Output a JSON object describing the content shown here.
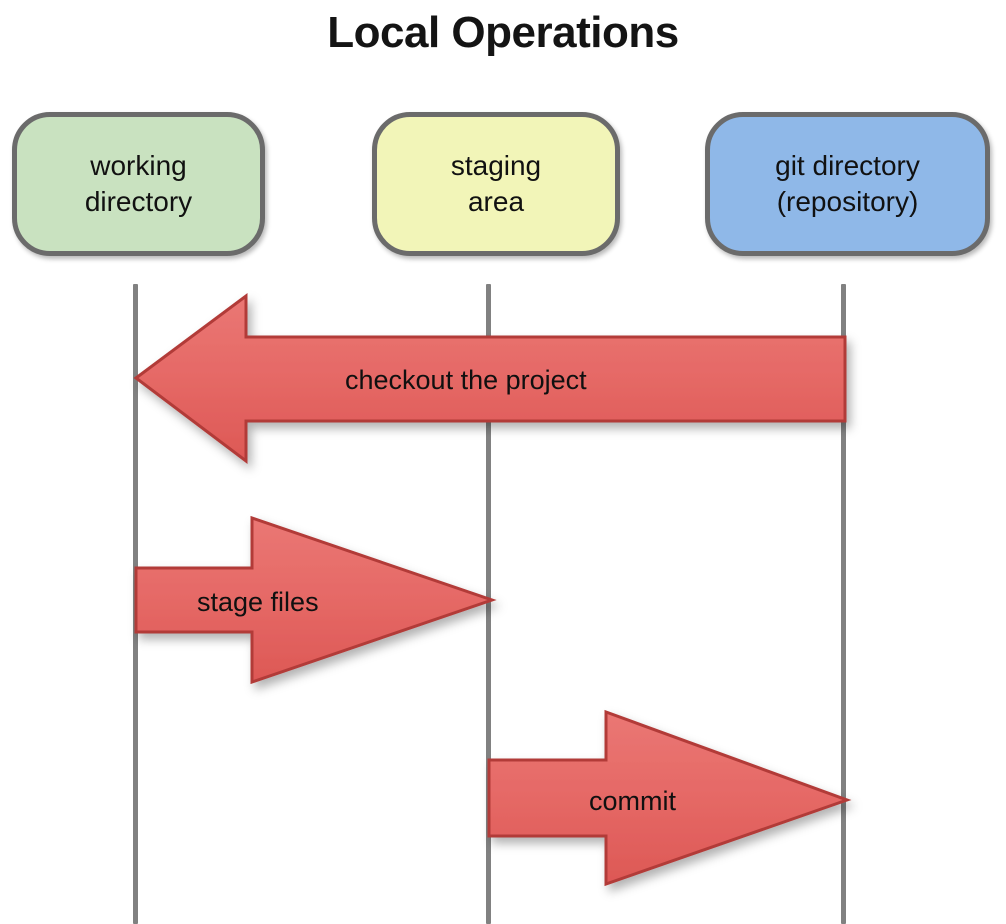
{
  "title": "Local Operations",
  "nodes": [
    {
      "id": "working-directory",
      "label": "working\ndirectory",
      "color": "#c9e2c0"
    },
    {
      "id": "staging-area",
      "label": "staging\narea",
      "color": "#f2f5b8"
    },
    {
      "id": "git-directory",
      "label": "git directory\n(repository)",
      "color": "#8fb8e8"
    }
  ],
  "arrows": [
    {
      "id": "checkout",
      "label": "checkout the project",
      "direction": "left",
      "from": "git-directory",
      "to": "working-directory"
    },
    {
      "id": "stage",
      "label": "stage files",
      "direction": "right",
      "from": "working-directory",
      "to": "staging-area"
    },
    {
      "id": "commit",
      "label": "commit",
      "direction": "right",
      "from": "staging-area",
      "to": "git-directory"
    }
  ],
  "colors": {
    "arrow_fill_top": "#e8716d",
    "arrow_fill_bottom": "#df5a57",
    "arrow_stroke": "#b03a38",
    "box_border": "#6b6b6b",
    "lifeline": "#818181",
    "text": "#111111",
    "background": "#ffffff"
  }
}
